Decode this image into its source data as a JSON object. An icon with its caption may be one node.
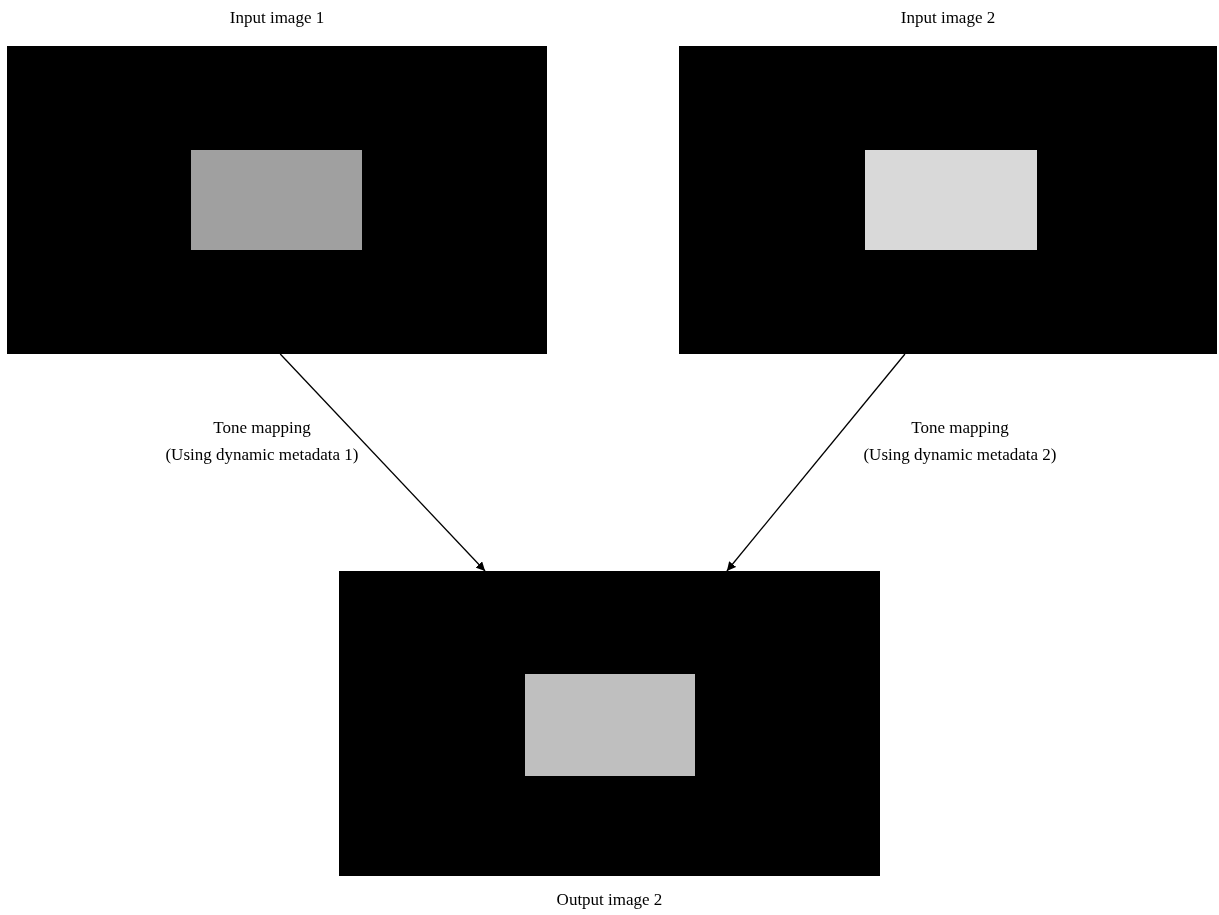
{
  "diagram": {
    "nodes": [
      {
        "text": [
          "Input image 1"
        ]
      },
      {
        "text": [
          "Input image 2"
        ]
      },
      {
        "text": [
          "Output image 2"
        ]
      }
    ],
    "edges": [
      {
        "from": 0,
        "to": 2,
        "arrow": "to",
        "label": "Tone mapping (Using dynamic metadata 1)"
      },
      {
        "from": 1,
        "to": 2,
        "arrow": "to",
        "label": "Tone mapping (Using dynamic metadata 2)"
      }
    ]
  }
}
